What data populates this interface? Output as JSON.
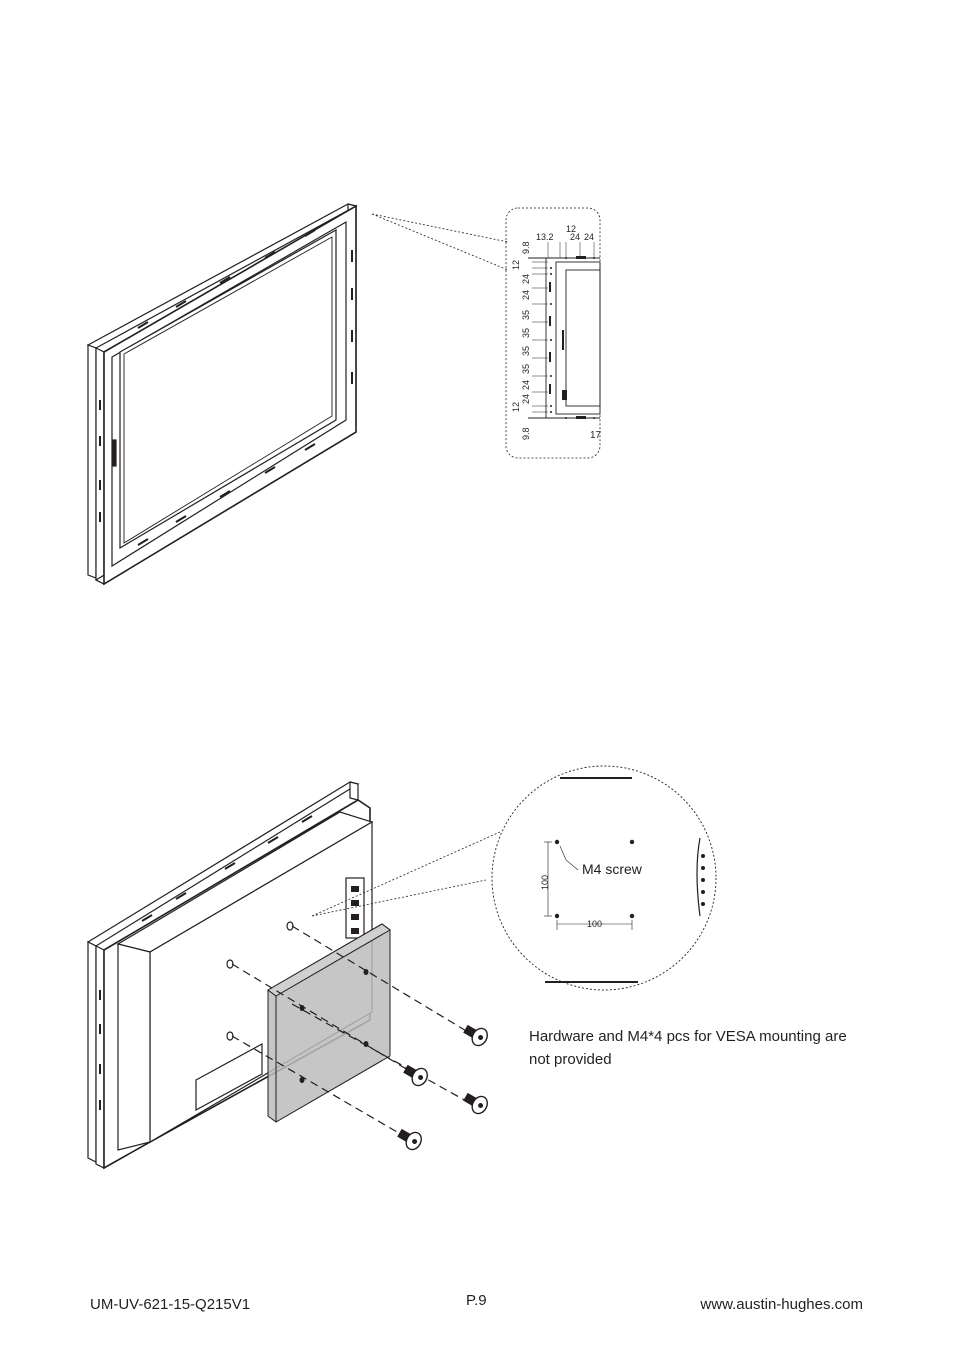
{
  "top_figure": {
    "detail_dimensions": {
      "top_row": [
        "13.2",
        "12",
        "24",
        "24"
      ],
      "left_column": [
        "9.8",
        "12",
        "24",
        "24",
        "35",
        "35",
        "35",
        "35",
        "24",
        "24",
        "12",
        "9.8"
      ],
      "bottom_right": "17"
    }
  },
  "bottom_figure": {
    "callout": {
      "screw_label": "M4 screw",
      "dim_horizontal": "100",
      "dim_vertical": "100"
    },
    "note": "Hardware and M4*4 pcs for VESA mounting are not provided"
  },
  "footer": {
    "doc_code": "UM-UV-621-15-Q215V1",
    "page": "P.9",
    "website": "www.austin-hughes.com"
  }
}
